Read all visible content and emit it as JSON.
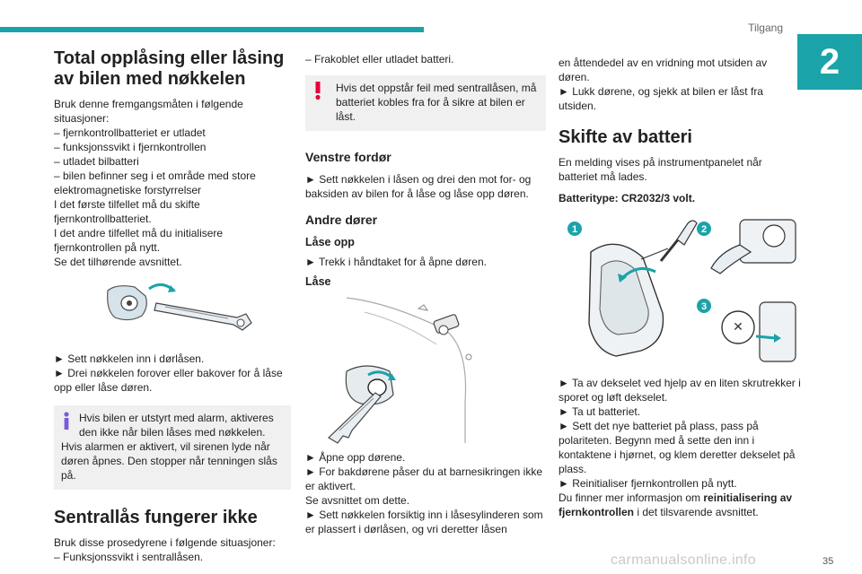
{
  "header": {
    "section": "Tilgang",
    "chapter": "2"
  },
  "footer": {
    "page": "35",
    "watermark": "carmanualsonline.info"
  },
  "colors": {
    "accent": "#1aa3a9",
    "warning": "#e5003a",
    "info": "#7e5bd6"
  },
  "col1": {
    "h_total": "Total opplåsing eller låsing av bilen med nøkkelen",
    "intro": "Bruk denne fremgangsmåten i følgende situasjoner:",
    "list": [
      "– fjernkontrollbatteriet er utladet",
      "– funksjonssvikt i fjernkontrollen",
      "– utladet bilbatteri",
      "– bilen befinner seg i et område med store elektromagnetiske forstyrrelser"
    ],
    "para1": "I det første tilfellet må du skifte fjernkontrollbatteriet.",
    "para2": "I det andre tilfellet må du initialisere fjernkontrollen på nytt.",
    "para3": "Se det tilhørende avsnittet.",
    "step1": "► Sett nøkkelen inn i dørlåsen.",
    "step2": "► Drei nøkkelen forover eller bakover for å låse opp eller låse døren.",
    "note_line1": "Hvis bilen er utstyrt med alarm, aktiveres den ikke når bilen låses med nøkkelen.",
    "note_line2": "Hvis alarmen er aktivert, vil sirenen lyde når døren åpnes. Den stopper når tenningen slås på.",
    "h_sentral": "Sentrallås fungerer ikke",
    "sentral_intro": "Bruk disse prosedyrene i følgende situasjoner:",
    "sentral_item": "– Funksjonssvikt i sentrallåsen."
  },
  "col2": {
    "item": "– Frakoblet eller utladet batteri.",
    "warn": "Hvis det oppstår feil med sentrallåsen, må batteriet kobles fra for å sikre at bilen er låst.",
    "h_venstre": "Venstre fordør",
    "venstre_step": "► Sett nøkkelen i låsen og drei den mot for- og baksiden av bilen for å låse og låse opp døren.",
    "h_andre": "Andre dører",
    "h_laase_opp": "Låse opp",
    "laase_opp_step": "► Trekk i håndtaket for å åpne døren.",
    "h_laase": "Låse",
    "steps": [
      "► Åpne opp dørene.",
      "► For bakdørene påser du at barnesikringen ikke er aktivert.",
      "Se avsnittet om dette.",
      "► Sett nøkkelen forsiktig inn i låsesylinderen som er plassert i dørlåsen, og vri deretter låsen"
    ]
  },
  "col3": {
    "cont": "en åttendedel av en vridning mot utsiden av døren.",
    "close_step": "► Lukk dørene, og sjekk at bilen er låst fra utsiden.",
    "h_skifte": "Skifte av batteri",
    "skifte_intro": "En melding vises på instrumentpanelet når batteriet må lades.",
    "battery_type": "Batteritype: CR2032/3 volt.",
    "callouts": [
      "1",
      "2",
      "3"
    ],
    "steps": [
      "► Ta av dekselet ved hjelp av en liten skrutrekker i sporet og løft dekselet.",
      "► Ta ut batteriet.",
      "► Sett det nye batteriet på plass, pass på polariteten. Begynn med å sette den inn i kontaktene i hjørnet, og klem deretter dekselet på plass.",
      "► Reinitialiser fjernkontrollen på nytt."
    ],
    "more_pre": "Du finner mer informasjon om ",
    "more_bold": "reinitialisering av fjernkontrollen",
    "more_post": " i det tilsvarende avsnittet."
  }
}
